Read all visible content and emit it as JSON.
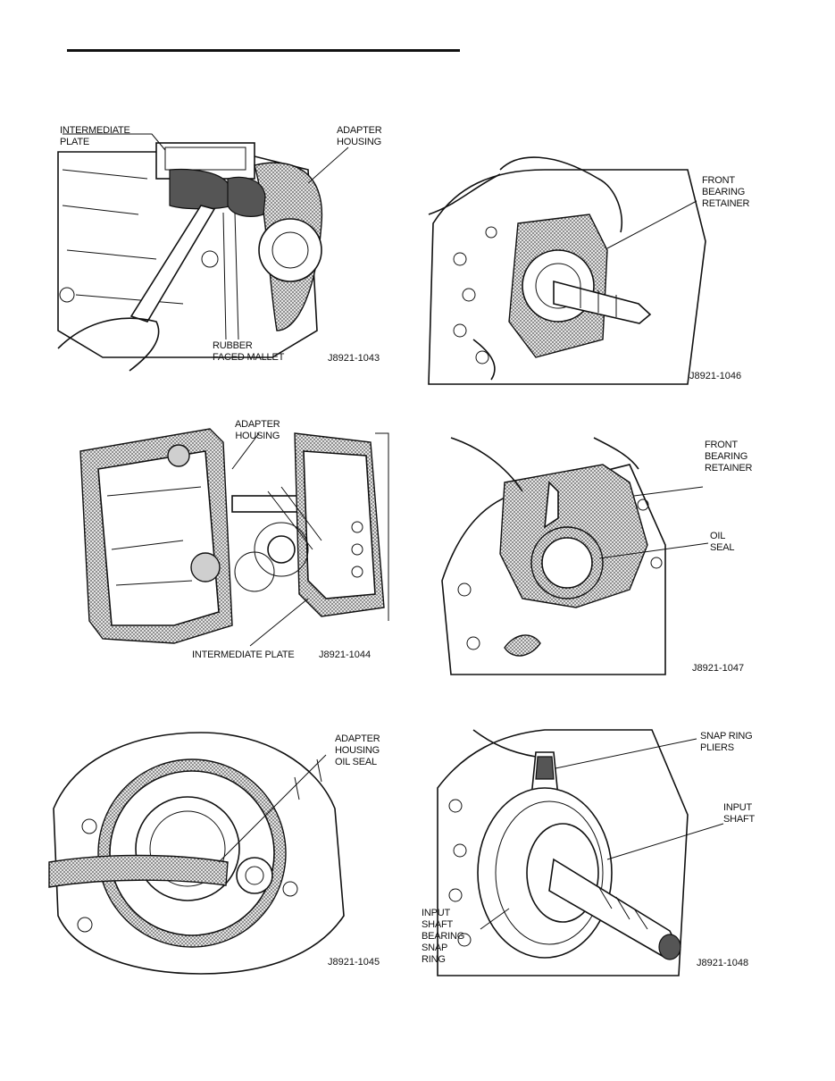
{
  "figures": [
    {
      "code": "J8921-1043",
      "labels": {
        "intermediate_plate": "INTERMEDIATE\nPLATE",
        "adapter_housing": "ADAPTER\nHOUSING",
        "rubber_faced_mallet": "RUBBER\nFACED MALLET"
      }
    },
    {
      "code": "J8921-1046",
      "labels": {
        "front_bearing_retainer": "FRONT\nBEARING\nRETAINER"
      }
    },
    {
      "code": "J8921-1044",
      "labels": {
        "adapter_housing": "ADAPTER\nHOUSING",
        "intermediate_plate": "INTERMEDIATE PLATE"
      }
    },
    {
      "code": "J8921-1047",
      "labels": {
        "front_bearing_retainer": "FRONT\nBEARING\nRETAINER",
        "oil_seal": "OIL\nSEAL"
      }
    },
    {
      "code": "J8921-1045",
      "labels": {
        "adapter_housing_oil_seal": "ADAPTER\nHOUSING\nOIL SEAL"
      }
    },
    {
      "code": "J8921-1048",
      "labels": {
        "snap_ring_pliers": "SNAP RING\nPLIERS",
        "input_shaft": "INPUT\nSHAFT",
        "input_shaft_bearing_snap_ring": "INPUT\nSHAFT\nBEARING\nSNAP\nRING"
      }
    }
  ]
}
